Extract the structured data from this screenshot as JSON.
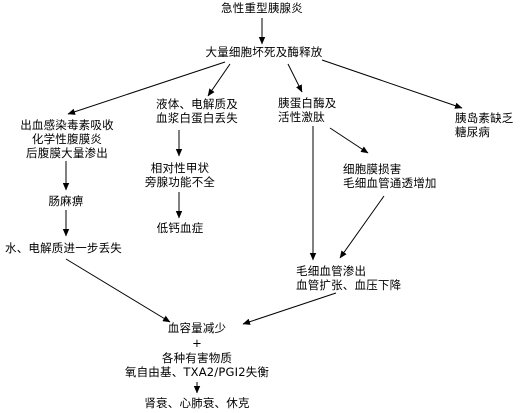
{
  "nodes": {
    "acute_pancreatitis": "急性重型胰腺炎",
    "necrosis_release": "大量细胞坏死及酶释放",
    "hemorrhage": [
      "出血感染毒素吸收",
      "化学性腹膜炎",
      "后腹膜大量渗出"
    ],
    "fluid_loss": [
      "液体、电解质及",
      "血浆白蛋白丢失"
    ],
    "trypsin": [
      "胰蛋白酶及",
      "活性激肽"
    ],
    "islet": [
      "胰岛素缺乏",
      "糖尿病"
    ],
    "ileus": "肠麻痹",
    "parathyroid": [
      "相对性甲状",
      "旁腺功能不全"
    ],
    "membrane_damage": [
      "细胞膜损害",
      "毛细血管通透增加"
    ],
    "electrolyte_loss": "水、电解质进一步丢失",
    "hypocalcemia": "低钙血症",
    "capillary_leak": [
      "毛细血管渗出",
      "血管扩张、血压下降"
    ],
    "volume_decrease": "血容量减少",
    "plus": "+",
    "harmful_substances": [
      "各种有害物质",
      "氧自由基、TXA2/PGI2失衡"
    ],
    "organ_failure": "肾衰、心肺衰、休克"
  }
}
